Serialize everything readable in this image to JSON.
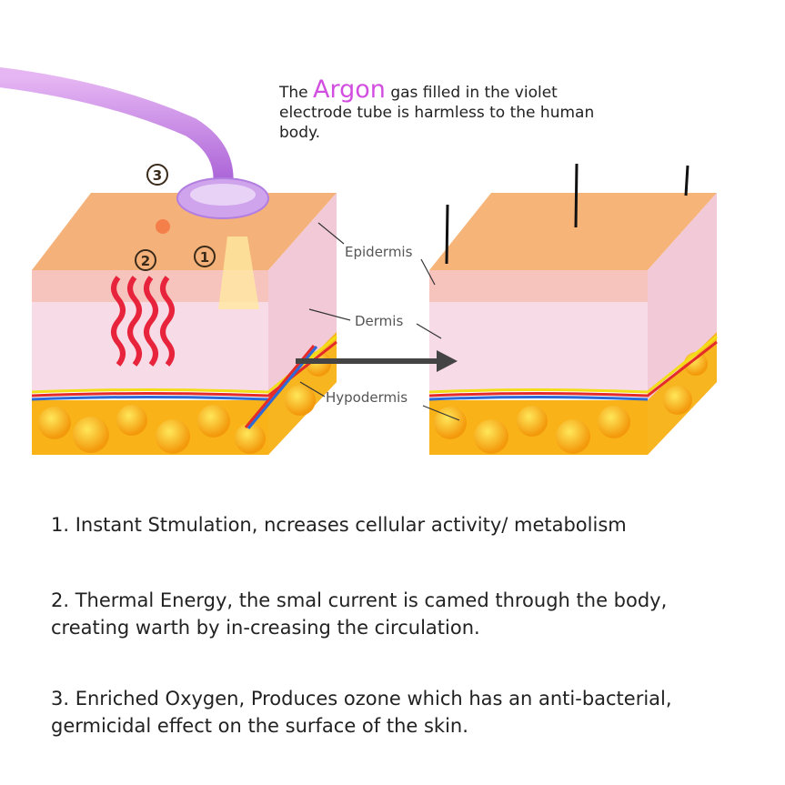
{
  "intro": {
    "prefix": "The",
    "highlight": "Argon",
    "rest": "gas filled in the violet electrode tube is harmless to the human body."
  },
  "labels": {
    "epidermis": "Epidermis",
    "dermis": "Dermis",
    "hypodermis": "Hypodermis"
  },
  "markers": [
    "①",
    "②",
    "③"
  ],
  "steps": [
    "1. Instant Stmulation, ncreases cellular activity/ metabolism",
    "2. Thermal Energy, the smal current is camed through the body, creating warth by in-creasing the circulation.",
    "3. Enriched Oxygen, Produces ozone which has an anti-bacterial, germicidal effect on the surface of the skin."
  ],
  "colors": {
    "argon": "#d24ee0",
    "skin_top": "#f4b27a",
    "epidermis": "#f6c3bd",
    "dermis": "#f7dbe6",
    "fat": "#f9b318",
    "heat": "#e8243c",
    "arrow": "#444444"
  }
}
